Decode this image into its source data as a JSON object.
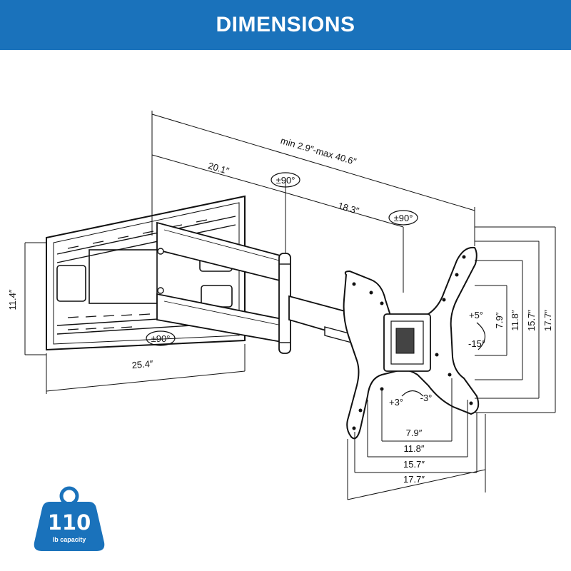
{
  "header": {
    "title": "DIMENSIONS"
  },
  "colors": {
    "header_bg": "#1a72bb",
    "badge_bg": "#1a72bb",
    "line": "#111111"
  },
  "dimensions": {
    "extension": "min 2.9″-max 40.6″",
    "arm_long": "20.1″",
    "arm_short": "18.3″",
    "plate_height": "11.4″",
    "plate_width": "25.4″",
    "vesa_h_1": "7.9″",
    "vesa_h_2": "11.8″",
    "vesa_h_3": "15.7″",
    "vesa_h_4": "17.7″",
    "vesa_v_1": "7.9″",
    "vesa_v_2": "11.8″",
    "vesa_v_3": "15.7″",
    "vesa_v_4": "17.7″"
  },
  "rotations": {
    "swivel_elbow": "±90°",
    "swivel_head": "±90°",
    "swivel_wall": "±90°",
    "tilt_up": "+5°",
    "tilt_down": "-15°",
    "level_plus": "+3°",
    "level_minus": "-3°"
  },
  "badge": {
    "number": "110",
    "caption": "lb capacity"
  }
}
